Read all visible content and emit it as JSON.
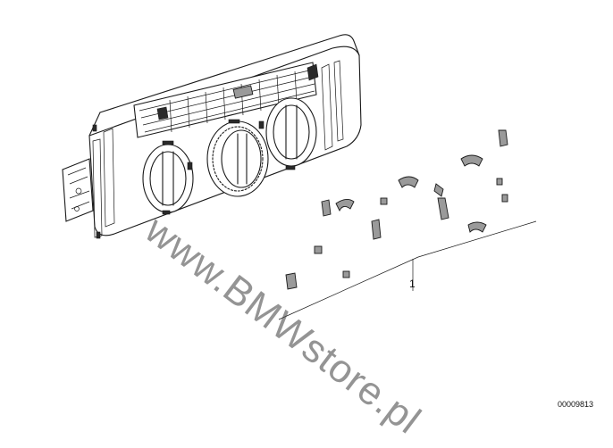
{
  "diagram": {
    "callout_number": "1",
    "watermark_text": "www.BMWstore.pl",
    "diagram_id": "00009813"
  }
}
